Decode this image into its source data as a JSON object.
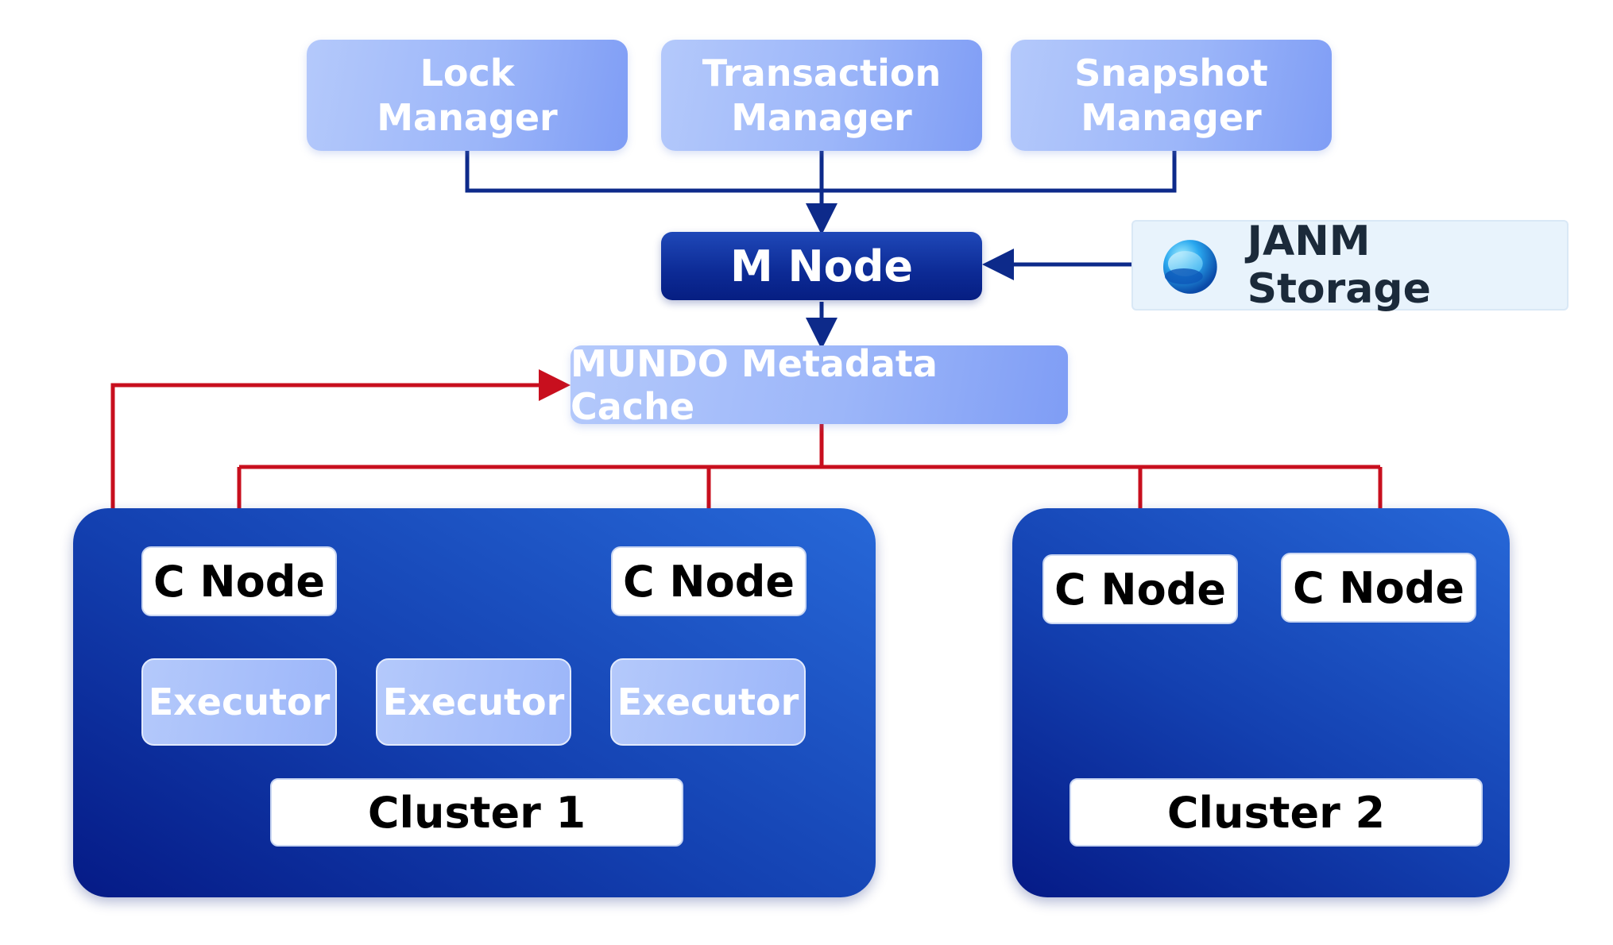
{
  "managers": {
    "lock": [
      "Lock",
      "Manager"
    ],
    "transaction": [
      "Transaction",
      "Manager"
    ],
    "snapshot": [
      "Snapshot",
      "Manager"
    ]
  },
  "m_node": "M Node",
  "storage": {
    "label": "JANM Storage",
    "icon": "storage-logo-icon"
  },
  "cache": "MUNDO Metadata Cache",
  "cluster1": {
    "label": "Cluster 1",
    "c_nodes": [
      "C Node",
      "C Node"
    ],
    "executors": [
      "Executor",
      "Executor",
      "Executor"
    ]
  },
  "cluster2": {
    "label": "Cluster 2",
    "c_nodes": [
      "C Node",
      "C Node"
    ]
  },
  "colors": {
    "manager_flow": "#0d2a8a",
    "cache_flow": "#c80f1e",
    "m_node": "#0c2a95",
    "cluster": "#1340b0",
    "manager_box": "#9cb6f9",
    "storage_bg": "#e8f3fc"
  }
}
